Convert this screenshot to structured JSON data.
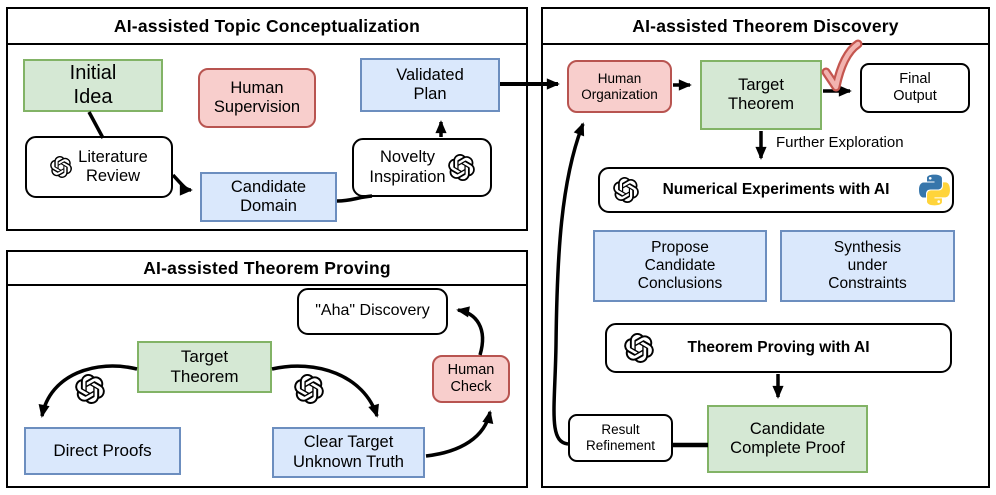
{
  "colors": {
    "green_fill": "#d5e8d4",
    "green_border": "#82b366",
    "blue_fill": "#dae8fc",
    "blue_border": "#6c8ebf",
    "red_fill": "#f8cecc",
    "red_border": "#b85450",
    "line_black": "#000000",
    "python_blue": "#3776ab",
    "python_yellow": "#ffd43b",
    "check_pink": "#f2b3af",
    "check_outline": "#c4564f"
  },
  "panels": {
    "topic": {
      "title": "AI-assisted Topic Conceptualization",
      "nodes": {
        "initial_idea": "Initial\nIdea",
        "human_supervision": "Human\nSupervision",
        "validated_plan": "Validated\nPlan",
        "literature_review": "Literature\nReview",
        "candidate_domain": "Candidate\nDomain",
        "novelty_inspiration": "Novelty\nInspiration"
      }
    },
    "proving": {
      "title": "AI-assisted Theorem Proving",
      "nodes": {
        "aha_discovery": "\"Aha\" Discovery",
        "target_theorem": "Target\nTheorem",
        "human_check": "Human\nCheck",
        "direct_proofs": "Direct Proofs",
        "clear_target_unknown_truth": "Clear Target\nUnknown Truth"
      }
    },
    "discovery": {
      "title": "AI-assisted Theorem Discovery",
      "nodes": {
        "human_organization": "Human\nOrganization",
        "target_theorem": "Target\nTheorem",
        "final_output": "Final\nOutput",
        "numerical_experiments": "Numerical Experiments with AI",
        "propose_candidate_conclusions": "Propose\nCandidate\nConclusions",
        "synthesis_under_constraints": "Synthesis\nunder\nConstraints",
        "theorem_proving_with_ai": "Theorem Proving with AI",
        "candidate_complete_proof": "Candidate\nComplete Proof",
        "result_refinement": "Result\nRefinement"
      },
      "edge_labels": {
        "further_exploration": "Further Exploration"
      }
    }
  },
  "icons": {
    "ai_model": "openai-logo",
    "python": "python-logo",
    "approval": "red-checkmark"
  }
}
